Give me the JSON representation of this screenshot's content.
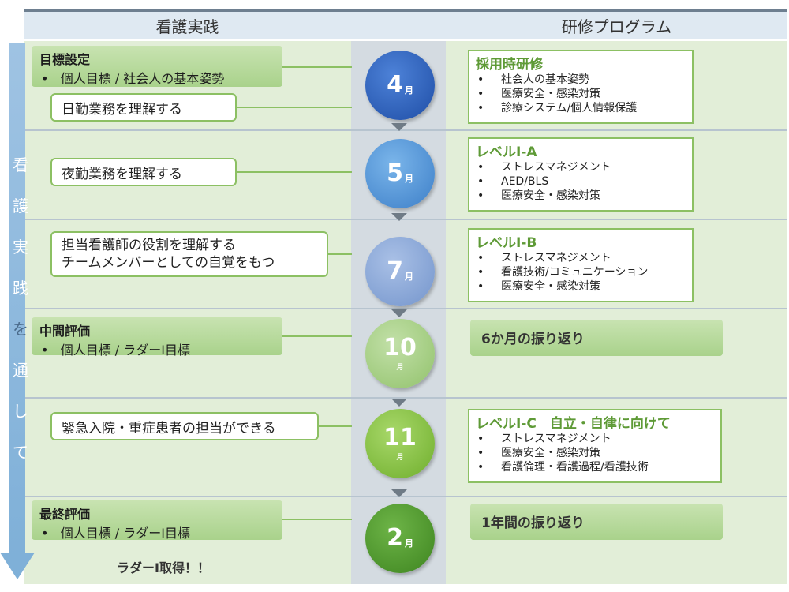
{
  "headers": {
    "left": "看護実践",
    "right": "研修プログラム"
  },
  "vertical_text": [
    "看",
    "護",
    "実",
    "践",
    "を",
    "通",
    "し",
    "て"
  ],
  "rows": [
    {
      "month_num": "4",
      "month_unit": "月",
      "color": "#2e5fb8",
      "goal": {
        "title": "目標設定",
        "sub": "個人目標 / 社会人の基本姿勢"
      },
      "practice": [
        "日勤業務を理解する"
      ],
      "program": {
        "title": "採用時研修",
        "items": [
          "社会人の基本姿勢",
          "医療安全・感染対策",
          "診療システム/個人情報保護"
        ]
      }
    },
    {
      "month_num": "5",
      "month_unit": "月",
      "color": "#4a8fd6",
      "practice": [
        "夜勤業務を理解する"
      ],
      "program": {
        "title": "レベルⅠ-A",
        "items": [
          "ストレスマネジメント",
          "AED/BLS",
          "医療安全・感染対策"
        ]
      }
    },
    {
      "month_num": "7",
      "month_unit": "月",
      "color": "#86a5d8",
      "practice": [
        "担当看護師の役割を理解する",
        "チームメンバーとしての自覚をもつ"
      ],
      "program": {
        "title": "レベルⅠ-B",
        "items": [
          "ストレスマネジメント",
          "看護技術/コミュニケーション",
          "医療安全・感染対策"
        ]
      }
    },
    {
      "month_num": "10",
      "month_unit": "月",
      "color": "#a9d08a",
      "goal": {
        "title": "中間評価",
        "sub": "個人目標 / ラダーⅠ目標"
      },
      "program": {
        "title": "6か月の振り返り"
      }
    },
    {
      "month_num": "11",
      "month_unit": "月",
      "color": "#8cc63f",
      "practice": [
        "緊急入院・重症患者の担当ができる"
      ],
      "program": {
        "title": "レベルⅠ-C　自立・自律に向けて",
        "items": [
          "ストレスマネジメント",
          "医療安全・感染対策",
          "看護倫理・看護過程/看護技術"
        ]
      }
    },
    {
      "month_num": "2",
      "month_unit": "月",
      "color": "#4f9a2c",
      "goal": {
        "title": "最終評価",
        "sub": "個人目標 / ラダーⅠ目標"
      },
      "ladder": "ラダーⅠ取得！！",
      "program": {
        "title": "1年間の振り返り"
      }
    }
  ],
  "colors": {
    "header_bg": "#dfe9f2",
    "row_bg": "#e2eed8",
    "accent_green": "#8cc063",
    "arrow_blue": "#7fb0d8"
  }
}
